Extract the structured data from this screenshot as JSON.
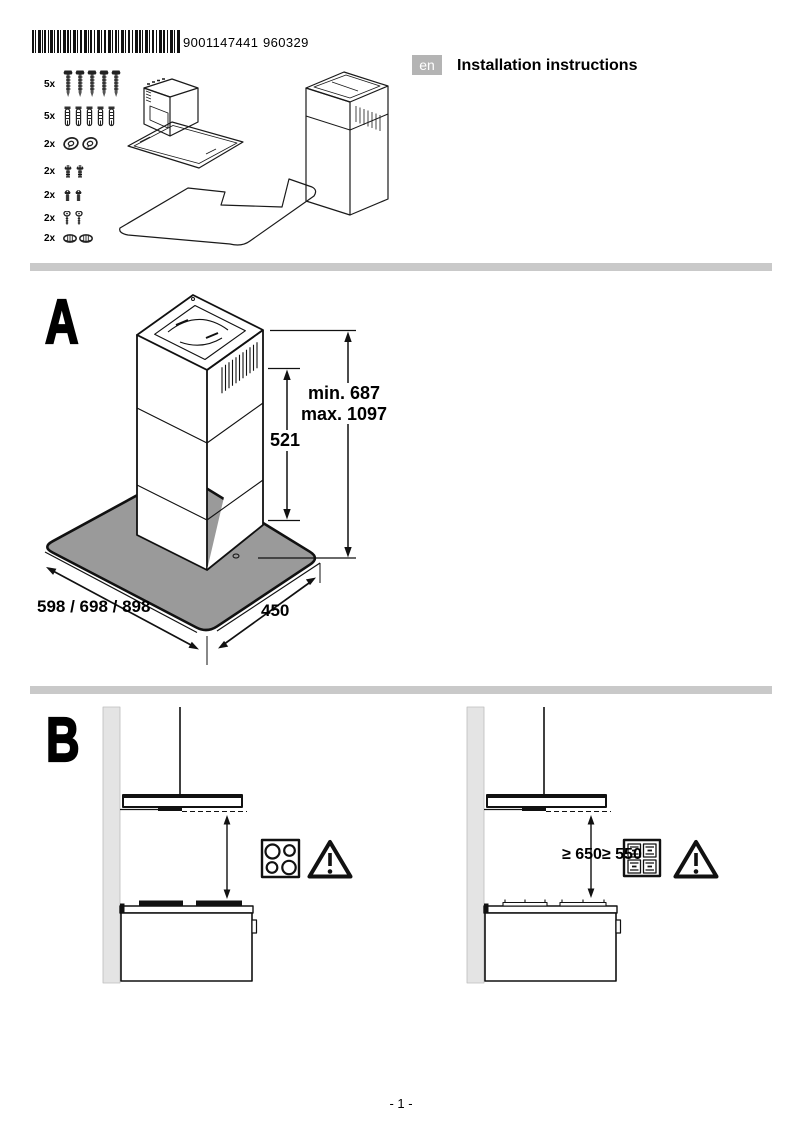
{
  "header": {
    "barcode_number": "9001147441",
    "doc_number": "960329",
    "language_badge": "en",
    "title": "Installation instructions"
  },
  "parts": [
    {
      "qty": "5x",
      "icon": "long-screw-icon"
    },
    {
      "qty": "5x",
      "icon": "wall-anchor-icon"
    },
    {
      "qty": "2x",
      "icon": "washer-icon"
    },
    {
      "qty": "2x",
      "icon": "pan-head-screw-icon"
    },
    {
      "qty": "2x",
      "icon": "pan-head-screw-short-icon"
    },
    {
      "qty": "2x",
      "icon": "small-screw-icon"
    },
    {
      "qty": "2x",
      "icon": "push-nut-icon"
    }
  ],
  "section_a": {
    "label": "A",
    "dimensions": {
      "total_height_min": "min. 687",
      "total_height_max": "max. 1097",
      "chimney_height": "521",
      "canopy_widths": "598 / 698 / 898",
      "canopy_depth": "450"
    }
  },
  "section_b": {
    "label": "B",
    "clearance_primary": "≥ 650",
    "clearance_secondary": "≥ 550",
    "icons": [
      "electric-cooktop-icon",
      "warning-triangle-icon",
      "gas-cooktop-icon"
    ]
  },
  "footer": {
    "page_number": "- 1 -"
  },
  "colors": {
    "divider": "#c9c9c9",
    "canopy_fill": "#9a9a9a",
    "wall_fill": "#e4e4e4",
    "badge_bg": "#b4b4b4"
  }
}
